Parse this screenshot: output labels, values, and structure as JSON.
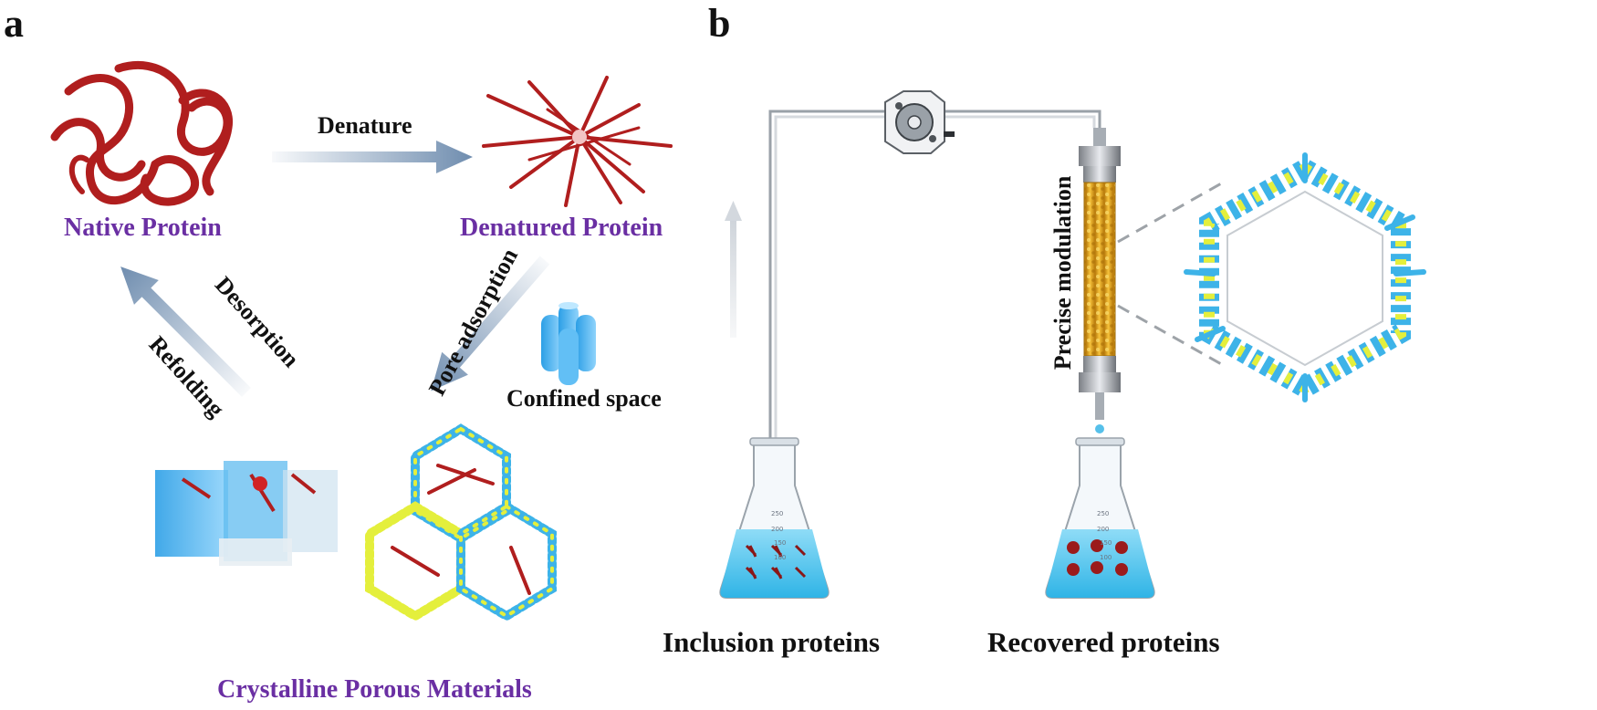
{
  "panel_a": {
    "letter": "a",
    "native_protein": "Native Protein",
    "denatured_protein": "Denatured Protein",
    "denature": "Denature",
    "pore_adsorption": "Pore adsorption",
    "desorption": "Desorption",
    "refolding": "Refolding",
    "confined_space": "Confined space",
    "crystalline_porous_materials": "Crystalline Porous Materials"
  },
  "panel_b": {
    "letter": "b",
    "precise_modulation": "Precise modulation",
    "inclusion_proteins": "Inclusion proteins",
    "recovered_proteins": "Recovered proteins",
    "flask_mark_250": "250",
    "flask_mark_200": "200",
    "flask_mark_150": "150",
    "flask_mark_100": "100"
  },
  "colors": {
    "label_purple": "#6a2fa3",
    "protein_red": "#b01e1e",
    "framework_blue": "#3db3e8",
    "framework_yellow": "#e4ef3c",
    "column_gold": "#e3a619",
    "arrow_steel": "#6f8daf"
  }
}
